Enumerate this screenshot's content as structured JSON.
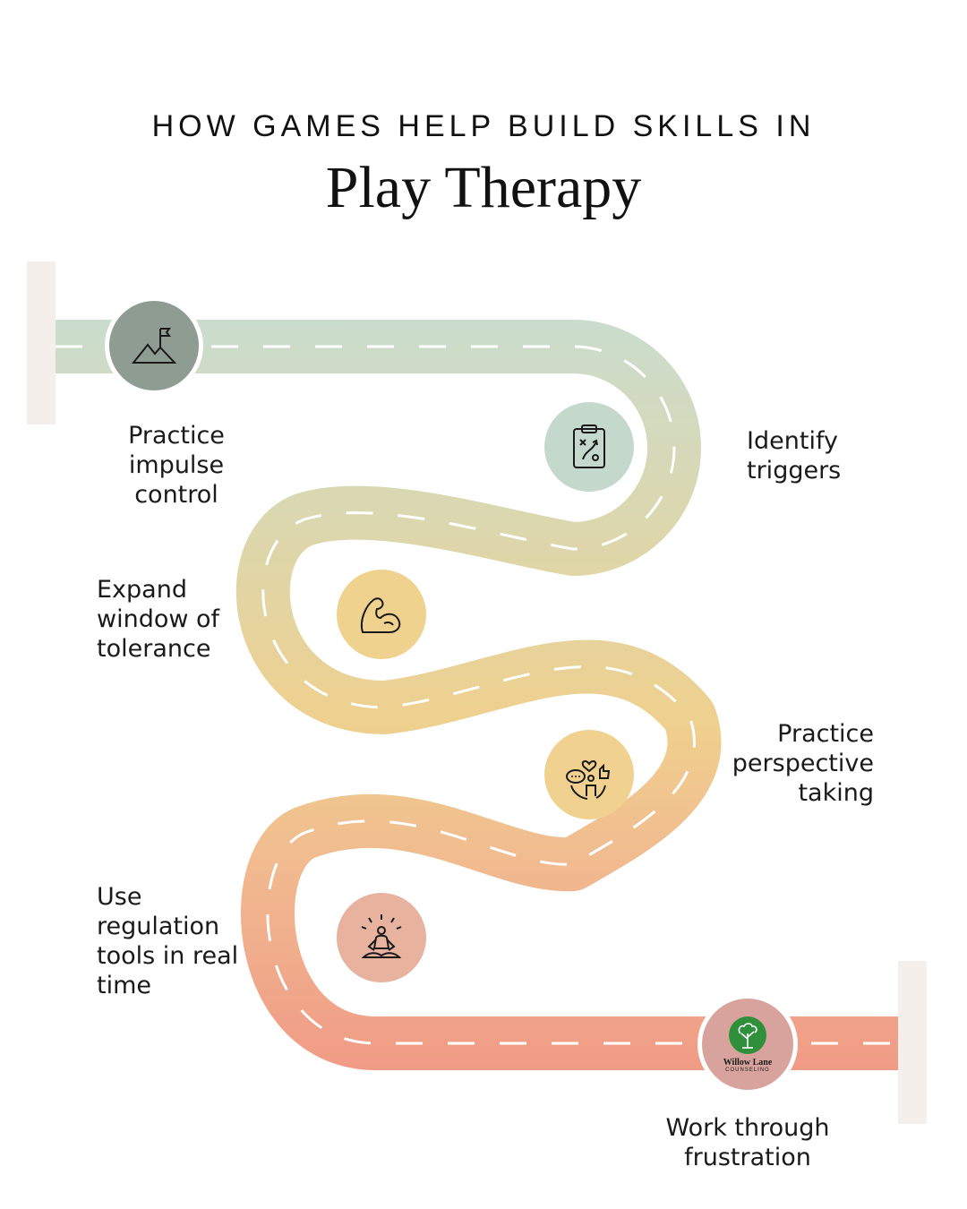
{
  "header": {
    "eyebrow": "HOW GAMES HELP BUILD SKILLS IN",
    "title": "Play Therapy"
  },
  "steps": [
    {
      "label_lines": [
        "Practice",
        "impulse control"
      ],
      "icon": "mountain-flag-icon",
      "color": "#8e9c91"
    },
    {
      "label_lines": [
        "Identify",
        "triggers"
      ],
      "icon": "clipboard-strategy-icon",
      "color": "#c5d8cc"
    },
    {
      "label_lines": [
        "Expand",
        "window of",
        "tolerance"
      ],
      "icon": "flexed-arm-icon",
      "color": "#f0d28f"
    },
    {
      "label_lines": [
        "Practice",
        "perspective",
        "taking"
      ],
      "icon": "social-empathy-icon",
      "color": "#f1d190"
    },
    {
      "label_lines": [
        "Use",
        "regulation",
        "tools in real",
        "time"
      ],
      "icon": "meditation-icon",
      "color": "#e7b29e"
    },
    {
      "label_lines": [
        "Work through",
        "frustration"
      ],
      "icon": "willow-lane-logo",
      "color": "#d8a39c"
    }
  ],
  "logo": {
    "line1": "Willow Lane",
    "line2": "COUNSELING",
    "green": "#2f8f3a"
  },
  "road_colors": {
    "top": "#c8ddd1",
    "upper": "#dcd7ad",
    "middle": "#efd08e",
    "lower": "#f1b88f",
    "bottom": "#f09a85"
  }
}
